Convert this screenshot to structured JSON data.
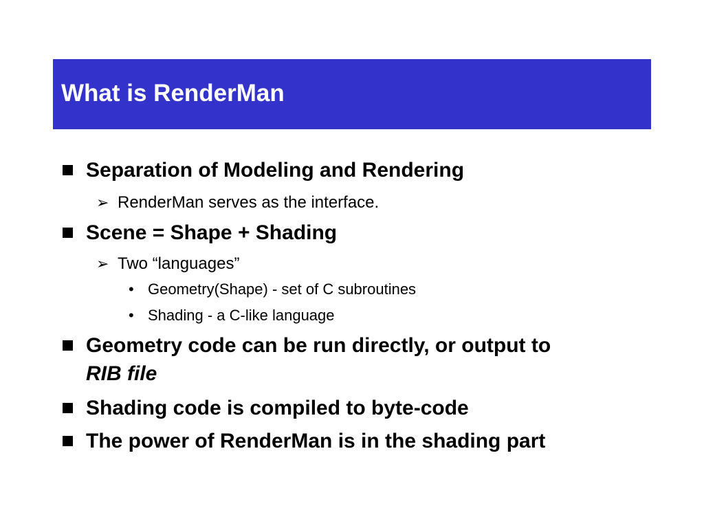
{
  "slide": {
    "title": "What is RenderMan",
    "colors": {
      "title_bar": "#3333cc",
      "title_text": "#ffffff",
      "body_text": "#000000"
    },
    "bullets": [
      {
        "text": "Separation of Modeling and Rendering"
      },
      {
        "text": "RenderMan serves as the interface."
      },
      {
        "text": "Scene = Shape + Shading"
      },
      {
        "text": "Two “languages”"
      },
      {
        "text": "Geometry(Shape) - set of C subroutines"
      },
      {
        "text": "Shading - a C-like language"
      },
      {
        "text": "Geometry code can be run directly, or output to",
        "continuation": "RIB file"
      },
      {
        "text": "Shading code is compiled to byte-code"
      },
      {
        "text": "The power of RenderMan is in the shading part"
      }
    ],
    "markers": {
      "level1": "square-bullet-icon",
      "level2": "➢",
      "level3": "•"
    }
  }
}
